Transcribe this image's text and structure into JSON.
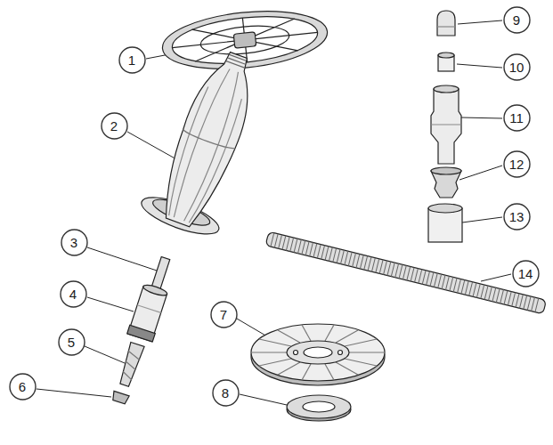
{
  "diagram": {
    "nodes": [
      {
        "text": [
          "1"
        ]
      },
      {
        "text": [
          "2"
        ]
      },
      {
        "text": [
          "3"
        ]
      },
      {
        "text": [
          "4"
        ]
      },
      {
        "text": [
          "5"
        ]
      },
      {
        "text": [
          "6"
        ]
      },
      {
        "text": [
          "7"
        ]
      },
      {
        "text": [
          "8"
        ]
      },
      {
        "text": [
          "9"
        ]
      },
      {
        "text": [
          "10"
        ]
      },
      {
        "text": [
          "11"
        ]
      },
      {
        "text": [
          "12"
        ]
      },
      {
        "text": [
          "13"
        ]
      },
      {
        "text": [
          "14"
        ]
      }
    ]
  }
}
